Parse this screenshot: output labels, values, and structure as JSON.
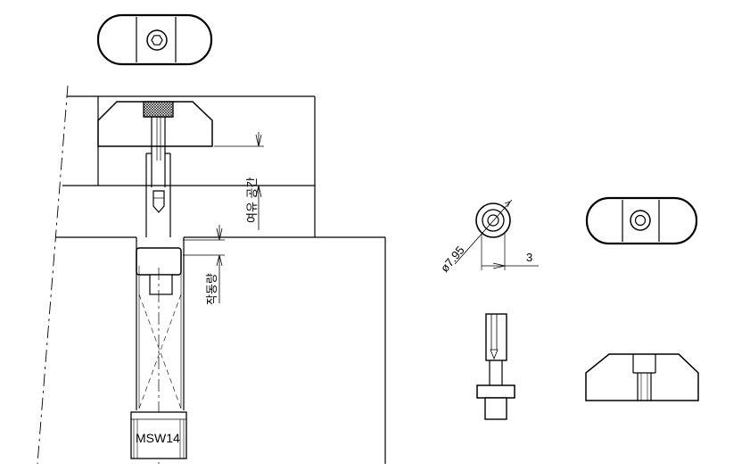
{
  "labels": {
    "clearance": "여유 공간",
    "stroke": "작동량",
    "part_name": "MSW14",
    "diameter": "ø7.95",
    "offset": "3"
  },
  "colors": {
    "line": "#000000",
    "background": "#ffffff"
  }
}
